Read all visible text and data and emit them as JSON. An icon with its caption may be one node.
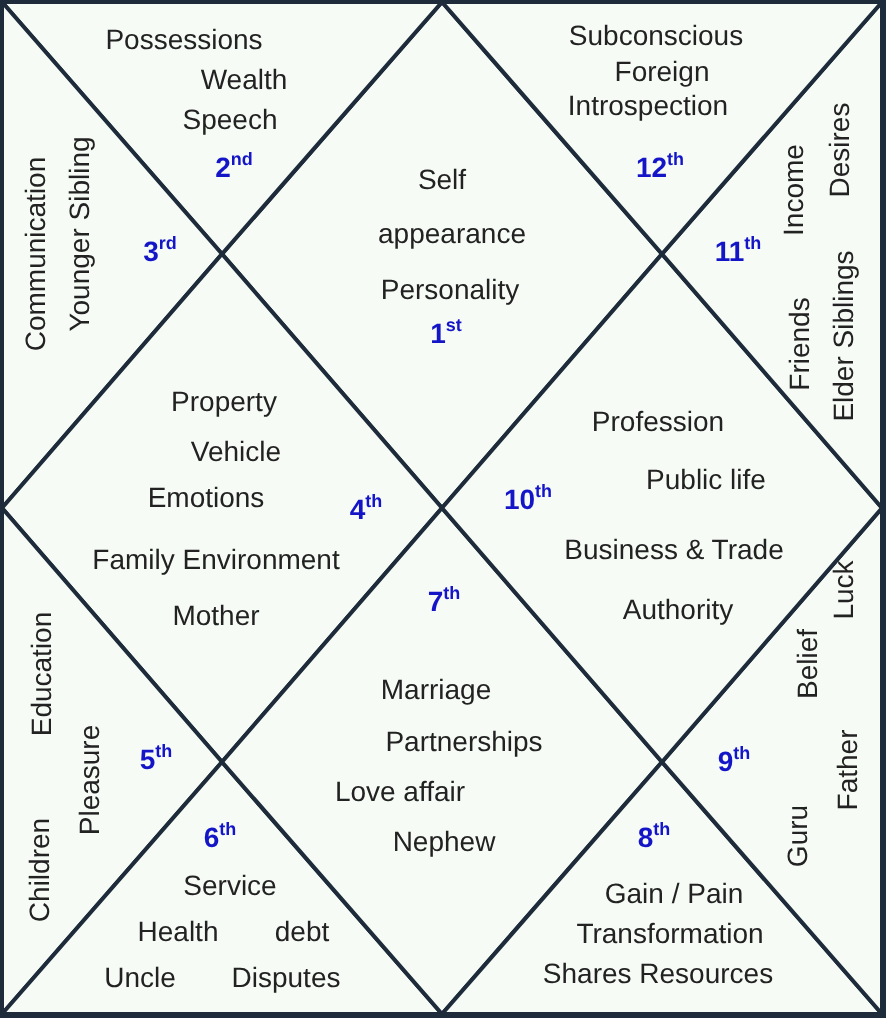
{
  "diagram": {
    "nodes": [
      {
        "text": [
          "Self",
          "appearance",
          "Personality",
          "1$^{st}$"
        ]
      },
      {
        "text": [
          "Possessions",
          "Wealth",
          "Speech",
          "2$^{nd}$"
        ]
      },
      {
        "text": [
          "Communication",
          "Younger Sibling",
          "3$^{rd}$"
        ]
      },
      {
        "text": [
          "Property",
          "Vehicle",
          "Emotions",
          "4$^{th}$",
          "Family Environment",
          "Mother"
        ]
      },
      {
        "text": [
          "Education",
          "Children",
          "Pleasure",
          "5$^{th}$"
        ]
      },
      {
        "text": [
          "6$^{th}$",
          "Service",
          "Health",
          "debt",
          "Uncle",
          "Disputes"
        ]
      },
      {
        "text": [
          "7$^{th}$",
          "Marriage",
          "Partnerships",
          "Love affair",
          "Nephew"
        ]
      },
      {
        "text": [
          "8$^{th}$",
          "Gain / Pain",
          "Transformation",
          "Shares Resources"
        ]
      },
      {
        "text": [
          "Luck",
          "Belief",
          "Father",
          "Guru",
          "9$^{th}$"
        ]
      },
      {
        "text": [
          "Profession",
          "Public life",
          "10$^{th}$",
          "Business & Trade",
          "Authority"
        ]
      },
      {
        "text": [
          "Desires",
          "Income",
          "Elder Siblings",
          "Friends",
          "11$^{th}$"
        ]
      },
      {
        "text": [
          "Subconscious",
          "Foreign",
          "Introspection",
          "12$^{th}$"
        ]
      }
    ]
  }
}
